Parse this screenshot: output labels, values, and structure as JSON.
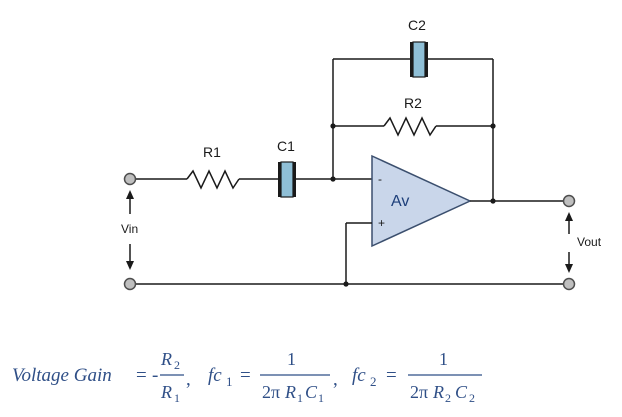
{
  "components": {
    "r1": "R1",
    "r2": "R2",
    "c1": "C1",
    "c2": "C2",
    "amp": "Av",
    "minus": "-",
    "plus": "+"
  },
  "ports": {
    "vin": "Vin",
    "vout": "Vout"
  },
  "formula": {
    "gain_label": "Voltage Gain",
    "eq": "=",
    "minus": "-",
    "r2_main": "R",
    "r2_sub": "2",
    "r1_main": "R",
    "r1_sub": "1",
    "comma": ",",
    "fc1_main": "fc",
    "fc1_sub": "1",
    "fc2_main": "fc",
    "fc2_sub": "2",
    "one": "1",
    "two_pi": "2π",
    "c1_sub": "1",
    "c2_sub": "2",
    "C": "C"
  },
  "colors": {
    "amp_fill": "#c9d6ea",
    "amp_stroke": "#3b4f6e",
    "cap_fill": "#8fbfd6",
    "formula": "#2f4f87"
  }
}
